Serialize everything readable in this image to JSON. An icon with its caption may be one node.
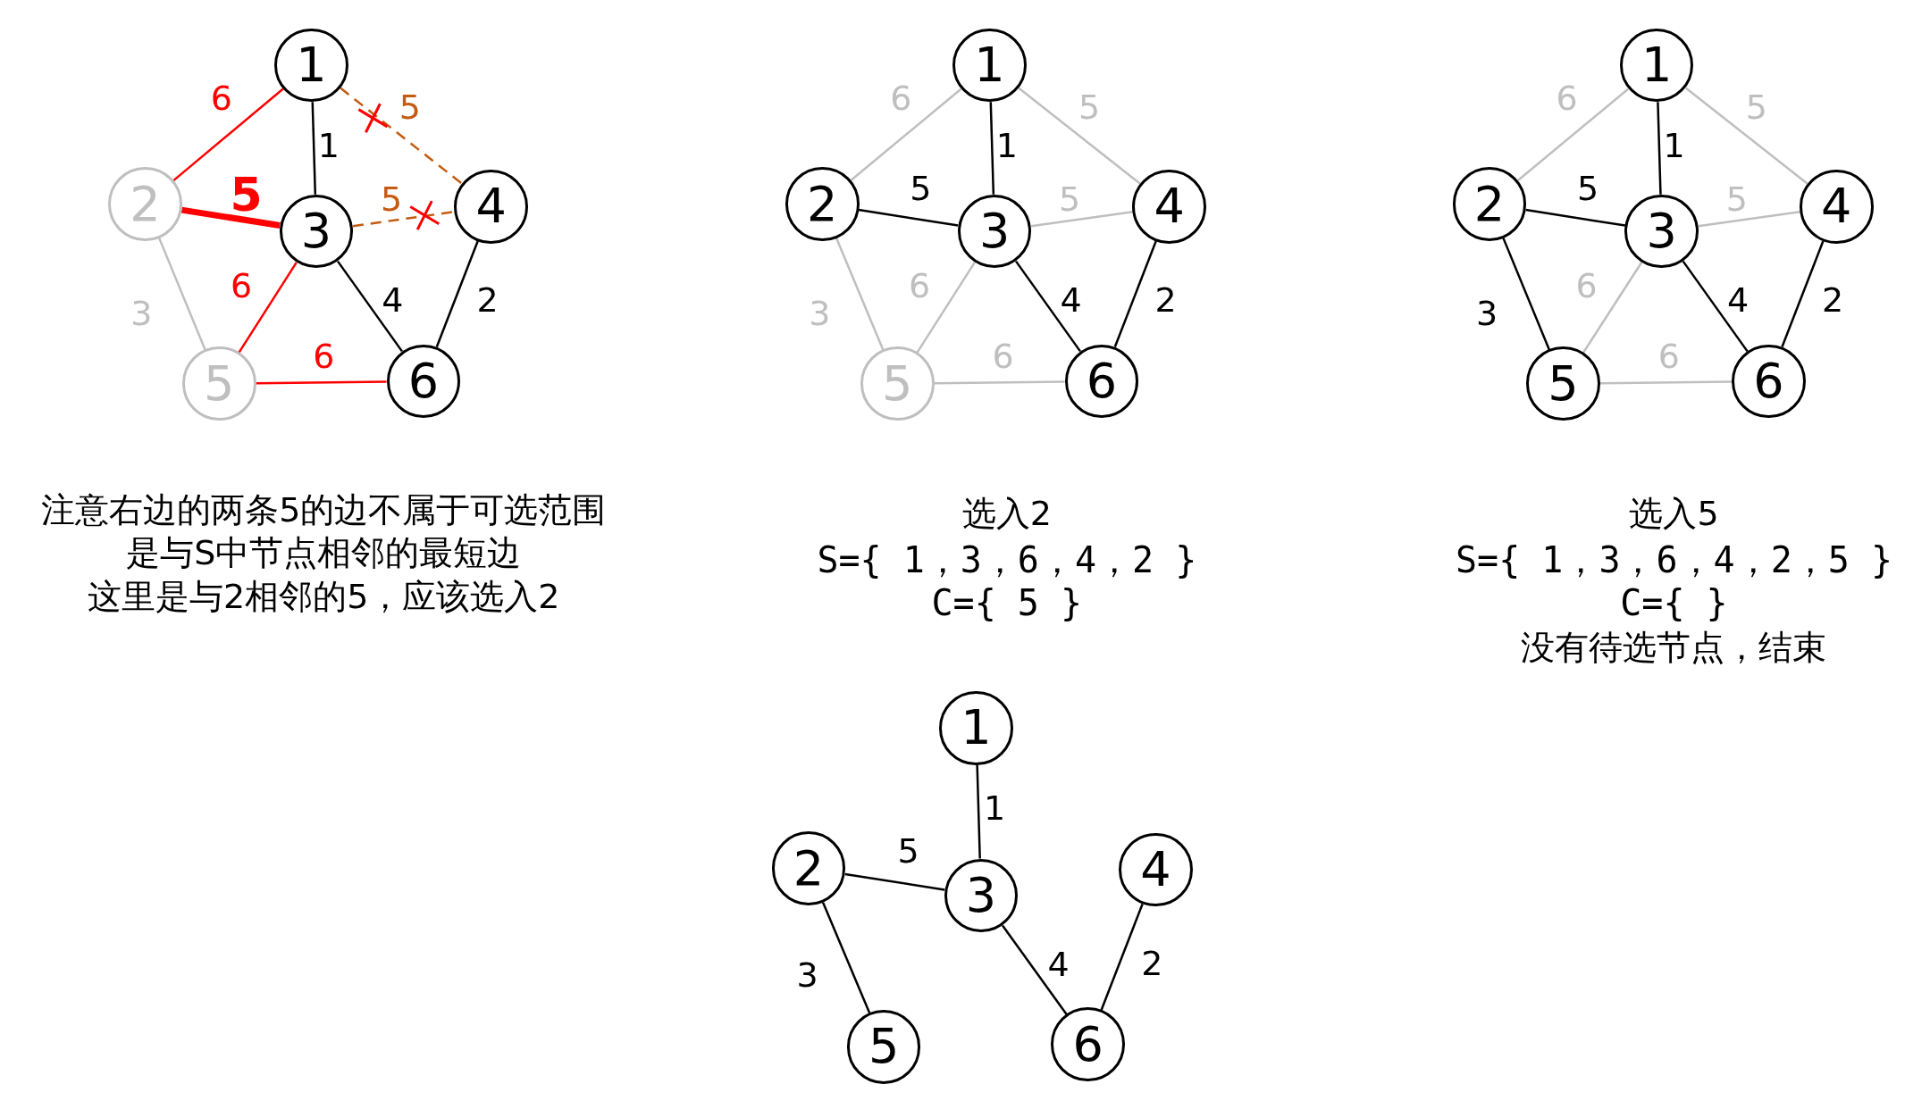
{
  "diagram": {
    "nodes": [
      {
        "text": [
          "1"
        ]
      },
      {
        "text": [
          "2"
        ]
      },
      {
        "text": [
          "3"
        ]
      },
      {
        "text": [
          "4"
        ]
      },
      {
        "text": [
          "5"
        ]
      },
      {
        "text": [
          "6"
        ]
      },
      {
        "text": [
          "1"
        ]
      },
      {
        "text": [
          "2"
        ]
      },
      {
        "text": [
          "3"
        ]
      },
      {
        "text": [
          "4"
        ]
      },
      {
        "text": [
          "5"
        ]
      },
      {
        "text": [
          "6"
        ]
      },
      {
        "text": [
          "1"
        ]
      },
      {
        "text": [
          "2"
        ]
      },
      {
        "text": [
          "3"
        ]
      },
      {
        "text": [
          "4"
        ]
      },
      {
        "text": [
          "5"
        ]
      },
      {
        "text": [
          "6"
        ]
      },
      {
        "text": [
          "1"
        ]
      },
      {
        "text": [
          "2"
        ]
      },
      {
        "text": [
          "3"
        ]
      },
      {
        "text": [
          "4"
        ]
      },
      {
        "text": [
          "5"
        ]
      },
      {
        "text": [
          "6"
        ]
      }
    ],
    "edges": [
      {
        "from": 0,
        "to": 1,
        "arrow": "none",
        "label": "6",
        "color": "#ff0000"
      },
      {
        "from": 0,
        "to": 2,
        "arrow": "none",
        "label": "1"
      },
      {
        "from": 0,
        "to": 3,
        "arrow": "none",
        "label": "5",
        "style": "dashed",
        "color": "#c55a11"
      },
      {
        "from": 1,
        "to": 2,
        "arrow": "none",
        "label": "5",
        "style": "thick",
        "color": "#ff0000"
      },
      {
        "from": 1,
        "to": 4,
        "arrow": "none",
        "label": "3",
        "color": "#bfbfbf"
      },
      {
        "from": 2,
        "to": 3,
        "arrow": "none",
        "label": "5",
        "style": "dashed",
        "color": "#c55a11"
      },
      {
        "from": 2,
        "to": 4,
        "arrow": "none",
        "label": "6",
        "color": "#ff0000"
      },
      {
        "from": 2,
        "to": 5,
        "arrow": "none",
        "label": "4"
      },
      {
        "from": 3,
        "to": 5,
        "arrow": "none",
        "label": "2"
      },
      {
        "from": 4,
        "to": 5,
        "arrow": "none",
        "label": "6",
        "color": "#ff0000"
      },
      {
        "from": 6,
        "to": 7,
        "arrow": "none",
        "label": "6",
        "color": "#bfbfbf"
      },
      {
        "from": 6,
        "to": 8,
        "arrow": "none",
        "label": "1"
      },
      {
        "from": 6,
        "to": 9,
        "arrow": "none",
        "label": "5",
        "color": "#bfbfbf"
      },
      {
        "from": 7,
        "to": 8,
        "arrow": "none",
        "label": "5"
      },
      {
        "from": 7,
        "to": 10,
        "arrow": "none",
        "label": "3",
        "color": "#bfbfbf"
      },
      {
        "from": 8,
        "to": 9,
        "arrow": "none",
        "label": "5",
        "color": "#bfbfbf"
      },
      {
        "from": 8,
        "to": 10,
        "arrow": "none",
        "label": "6",
        "color": "#bfbfbf"
      },
      {
        "from": 8,
        "to": 11,
        "arrow": "none",
        "label": "4"
      },
      {
        "from": 9,
        "to": 11,
        "arrow": "none",
        "label": "2"
      },
      {
        "from": 10,
        "to": 11,
        "arrow": "none",
        "label": "6",
        "color": "#bfbfbf"
      },
      {
        "from": 12,
        "to": 13,
        "arrow": "none",
        "label": "6",
        "color": "#bfbfbf"
      },
      {
        "from": 12,
        "to": 14,
        "arrow": "none",
        "label": "1"
      },
      {
        "from": 12,
        "to": 15,
        "arrow": "none",
        "label": "5",
        "color": "#bfbfbf"
      },
      {
        "from": 13,
        "to": 14,
        "arrow": "none",
        "label": "5"
      },
      {
        "from": 13,
        "to": 16,
        "arrow": "none",
        "label": "3"
      },
      {
        "from": 14,
        "to": 15,
        "arrow": "none",
        "label": "5",
        "color": "#bfbfbf"
      },
      {
        "from": 14,
        "to": 16,
        "arrow": "none",
        "label": "6",
        "color": "#bfbfbf"
      },
      {
        "from": 14,
        "to": 17,
        "arrow": "none",
        "label": "4"
      },
      {
        "from": 15,
        "to": 17,
        "arrow": "none",
        "label": "2"
      },
      {
        "from": 16,
        "to": 17,
        "arrow": "none",
        "label": "6",
        "color": "#bfbfbf"
      },
      {
        "from": 18,
        "to": 20,
        "arrow": "none",
        "label": "1"
      },
      {
        "from": 19,
        "to": 20,
        "arrow": "none",
        "label": "5"
      },
      {
        "from": 19,
        "to": 22,
        "arrow": "none",
        "label": "3"
      },
      {
        "from": 20,
        "to": 23,
        "arrow": "none",
        "label": "4"
      },
      {
        "from": 21,
        "to": 23,
        "arrow": "none",
        "label": "2"
      }
    ],
    "labels": [
      "注意右边的两条5的边不属于可选范围",
      "是与S中节点相邻的最短边",
      "这里是与2相邻的5，应该选入2",
      "选入2",
      "S={ 1，3，6，4，2 }",
      "C={ 5 }",
      "选入5",
      "S={ 1，3，6，4，2，5 }",
      "C={ }",
      "没有待选节点，结束"
    ]
  }
}
